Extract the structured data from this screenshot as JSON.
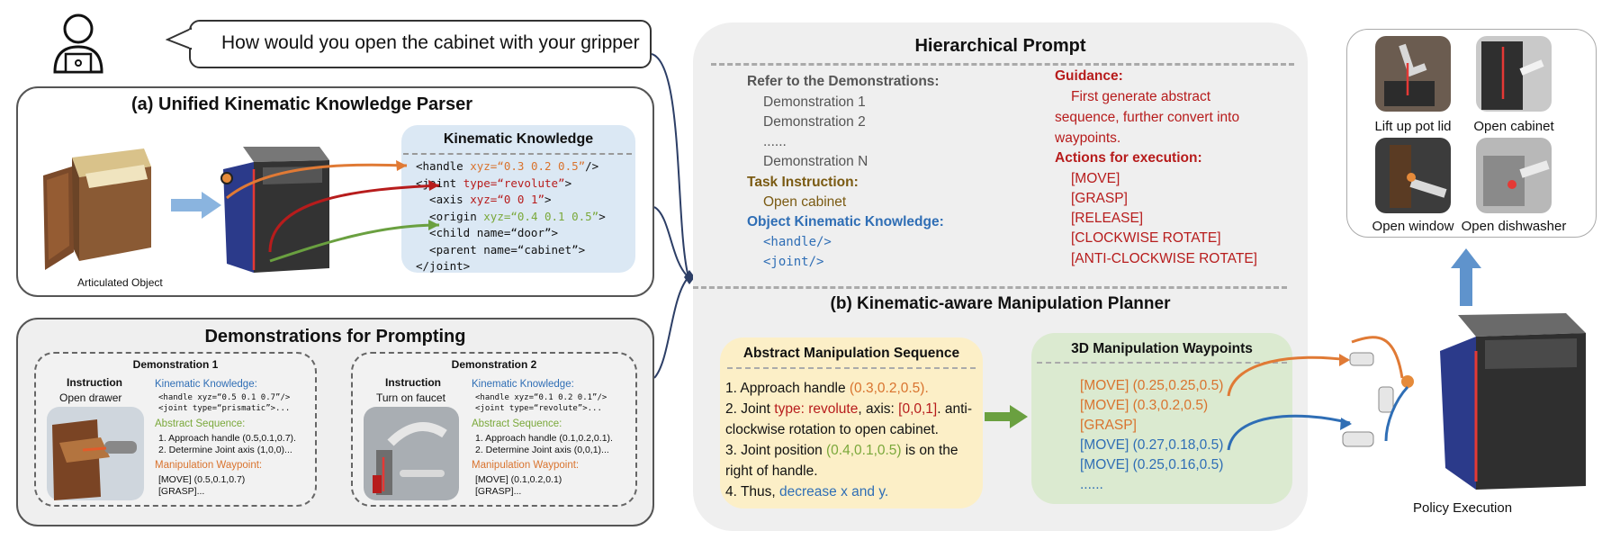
{
  "user_query": "How would you open the cabinet with your gripper",
  "panel_a": {
    "title": "(a) Unified Kinematic Knowledge Parser",
    "object_caption": "Articulated Object",
    "kk_title": "Kinematic Knowledge",
    "kk_lines": [
      {
        "pre": "<handle ",
        "attr": "xyz=“0.3 0.2 0.5”",
        "post": "/>"
      },
      {
        "pre": "<joint ",
        "attr": "type=“revolute”",
        "post": ">"
      },
      {
        "pre": "  <axis ",
        "attr": "xyz=“0 0 1”",
        "post": ">"
      },
      {
        "pre": "  <origin ",
        "attr": "xyz=“0.4 0.1 0.5”",
        "post": ">"
      },
      {
        "pre": "  <child name=“door”>",
        "attr": "",
        "post": ""
      },
      {
        "pre": "  <parent name=“cabinet”>",
        "attr": "",
        "post": ""
      },
      {
        "pre": "</joint>",
        "attr": "",
        "post": ""
      }
    ]
  },
  "demos": {
    "title": "Demonstrations for Prompting",
    "items": [
      {
        "title": "Demonstration 1",
        "instruction_label": "Instruction",
        "instruction": "Open drawer",
        "kk_label": "Kinematic Knowledge:",
        "kk_lines": [
          "<handle xyz=“0.5 0.1 0.7”/>",
          "<joint type=“prismatic”>..."
        ],
        "seq_label": "Abstract Sequence:",
        "seq_lines": [
          "1. Approach handle (0.5,0.1,0.7).",
          "2. Determine Joint axis (1,0,0)..."
        ],
        "wp_label": "Manipulation Waypoint:",
        "wp_lines": [
          "[MOVE] (0.5,0.1,0.7)",
          "[GRASP]..."
        ]
      },
      {
        "title": "Demonstration 2",
        "instruction_label": "Instruction",
        "instruction": "Turn on faucet",
        "kk_label": "Kinematic Knowledge:",
        "kk_lines": [
          "<handle xyz=“0.1 0.2 0.1”/>",
          "<joint type=“revolute”>..."
        ],
        "seq_label": "Abstract Sequence:",
        "seq_lines": [
          "1. Approach handle (0.1,0.2,0.1).",
          "2. Determine Joint axis (0,0,1)..."
        ],
        "wp_label": "Manipulation Waypoint:",
        "wp_lines": [
          "[MOVE] (0.1,0.2,0.1)",
          "[GRASP]..."
        ]
      }
    ]
  },
  "prompt": {
    "title": "Hierarchical Prompt",
    "refer_label": "Refer to the Demonstrations:",
    "demo_list": [
      "Demonstration 1",
      "Demonstration 2",
      "......",
      "Demonstration N"
    ],
    "task_label": "Task Instruction:",
    "task": "Open cabinet",
    "okk_label": "Object Kinematic Knowledge:",
    "okk_lines": [
      "<handle/>",
      "<joint/>"
    ],
    "guidance_label": "Guidance:",
    "guidance_lines": [
      "First generate abstract",
      "sequence, further convert into",
      "waypoints."
    ],
    "actions_label": "Actions for execution:",
    "actions": [
      "[MOVE]",
      "[GRASP]",
      "[RELEASE]",
      "[CLOCKWISE ROTATE]",
      "[ANTI-CLOCKWISE ROTATE]"
    ]
  },
  "planner": {
    "title": "(b) Kinematic-aware Manipulation Planner",
    "seq_title": "Abstract Manipulation Sequence",
    "seq": {
      "l1a": "1. Approach handle ",
      "l1b": "(0.3,0.2,0.5).",
      "l2a": "2. Joint ",
      "l2b": "type: revolute",
      "l2c": ", axis: ",
      "l2d": "[0,0,1]",
      "l2e": ". anti-",
      "l3": "clockwise rotation to open cabinet.",
      "l4a": "3. Joint position ",
      "l4b": "(0.4,0.1,0.5)",
      "l4c": " is on the",
      "l5": "right of handle.",
      "l6a": "4. Thus, ",
      "l6b": "decrease x and y."
    },
    "wp_title": "3D Manipulation Waypoints",
    "waypoints": [
      {
        "text": "[MOVE] (0.25,0.25,0.5)",
        "color": "orange"
      },
      {
        "text": "[MOVE] (0.3,0.2,0.5)",
        "color": "orange"
      },
      {
        "text": "[GRASP]",
        "color": "orange"
      },
      {
        "text": "[MOVE] (0.27,0.18,0.5)",
        "color": "blue"
      },
      {
        "text": "[MOVE] (0.25,0.16,0.5)",
        "color": "blue"
      },
      {
        "text": "......",
        "color": "blue"
      }
    ]
  },
  "results": {
    "items": [
      "Lift up pot lid",
      "Open cabinet",
      "Open window",
      "Open dishwasher"
    ]
  },
  "policy_caption": "Policy Execution",
  "colors": {
    "red": "#b71c1c",
    "orange": "#d9732e",
    "blue": "#2f6eb5",
    "green": "#7aa83a",
    "brown": "#7a5a12"
  }
}
